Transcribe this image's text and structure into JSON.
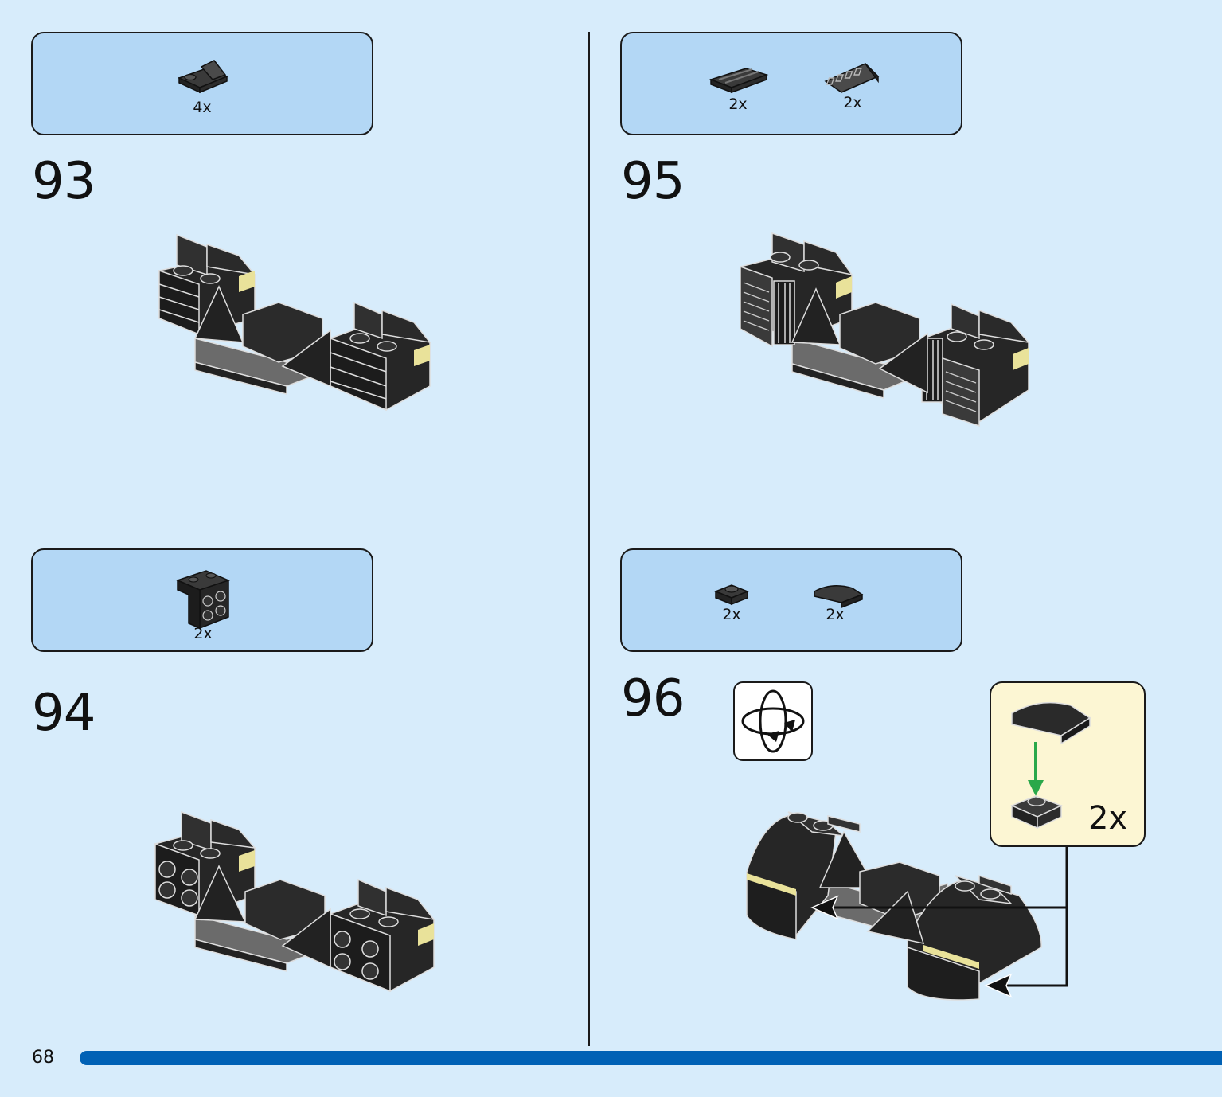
{
  "page": {
    "number": "68"
  },
  "steps": [
    {
      "id": "93",
      "number": "93",
      "parts": [
        {
          "name": "bracket-plate",
          "qty": "4x"
        }
      ]
    },
    {
      "id": "94",
      "number": "94",
      "parts": [
        {
          "name": "bracket-2x2",
          "qty": "2x"
        }
      ]
    },
    {
      "id": "95",
      "number": "95",
      "parts": [
        {
          "name": "grooved-plate",
          "qty": "2x"
        },
        {
          "name": "grille-slope",
          "qty": "2x"
        }
      ]
    },
    {
      "id": "96",
      "number": "96",
      "parts": [
        {
          "name": "plate-1x1",
          "qty": "2x"
        },
        {
          "name": "curved-slope",
          "qty": "2x"
        }
      ]
    }
  ],
  "callout": {
    "qty": "2x"
  },
  "icons": {
    "rotate": "rotate-model-icon"
  },
  "colors": {
    "background": "#d7ecfb",
    "parts_box": "#b3d7f5",
    "callout": "#fcf6d3",
    "progress": "#0061b5",
    "brick": "#262626",
    "arrow": "#2aa84a"
  }
}
